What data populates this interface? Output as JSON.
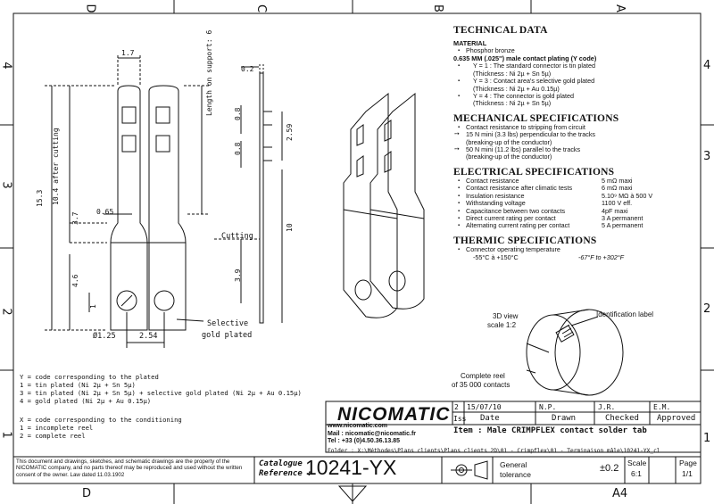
{
  "frame": {
    "top_letters": [
      "D",
      "C",
      "B",
      "A"
    ],
    "side_numbers": [
      "4",
      "3",
      "2",
      "1"
    ],
    "bottom_letter": "D",
    "format": "A4"
  },
  "technical": {
    "title": "TECHNICAL DATA",
    "material_heading": "MATERIAL",
    "material_items": [
      "Phosphor bronze"
    ],
    "plating_heading": "0.635 MM (.025'') male contact plating (Y code)",
    "plating_items": [
      {
        "main": "Y = 1 : The standard connector is tin plated",
        "sub": "(Thickness : Ni 2µ + Sn 5µ)"
      },
      {
        "main": "Y = 3 : Contact area's selective gold plated",
        "sub": "(Thickness : Ni 2µ + Au 0.15µ)"
      },
      {
        "main": "Y = 4 : The connector is gold plated",
        "sub": "(Thickness : Ni 2µ + Sn 5µ)"
      }
    ]
  },
  "mechanical": {
    "title": "MECHANICAL SPECIFICATIONS",
    "items": [
      {
        "type": "bullet",
        "text": "Contact resistance to stripping from circuit"
      },
      {
        "type": "arrow",
        "text": "15 N mini (3.3 lbs) perpendicular to the tracks"
      },
      {
        "type": "plain",
        "text": "(breaking-up of the conductor)"
      },
      {
        "type": "arrow",
        "text": "50 N mini (11.2 lbs) parallel to the tracks"
      },
      {
        "type": "plain",
        "text": "(breaking-up of the conductor)"
      }
    ]
  },
  "electrical": {
    "title": "ELECTRICAL SPECIFICATIONS",
    "rows": [
      {
        "k": "Contact resistance",
        "v": "5 mΩ maxi"
      },
      {
        "k": "Contact resistance after climatic tests",
        "v": "6 mΩ maxi"
      },
      {
        "k": "Insulation resistance",
        "v": "5.10⁹ MΩ à 500 V"
      },
      {
        "k": "Withstanding voltage",
        "v": "1100 V eff."
      },
      {
        "k": "Capacitance between two contacts",
        "v": "4pF maxi"
      },
      {
        "k": "Direct current rating per contact",
        "v": "3 A permanent"
      },
      {
        "k": "Alternating current rating per contact",
        "v": "5 A permanent"
      }
    ]
  },
  "thermic": {
    "title": "THERMIC SPECIFICATIONS",
    "item": "Connector operating temperature",
    "range_c": "-55°C à +150°C",
    "range_f": "-67°F to +302°F"
  },
  "drawing": {
    "dims": {
      "width_top": "1.7",
      "thickness": "0.2",
      "support_len": "Length on support: 6",
      "after_cutting": "10.4 after cutting",
      "total": "15.3",
      "d37": "3.7",
      "d065": "0.65",
      "d46": "4.6",
      "d1": "1",
      "hole": "Ø1.25",
      "pitch": "2.54",
      "d08a": "0.8",
      "d08b": "0.8",
      "d259": "2.59",
      "d10": "10",
      "d39": "3.9"
    },
    "cutting": "Cutting",
    "selective": "Selective",
    "gold_plated": "gold plated",
    "view3d": "3D view",
    "scale": "scale 1:2",
    "identification": "Identification label",
    "complete_reel": "Complete reel",
    "reel_count": "of 35 000 contacts"
  },
  "codes": {
    "plated_lines": [
      "Y = code corresponding to the plated",
      "1 = tin plated (Ni 2µ + Sn 5µ)",
      "3 = tin plated (Ni 2µ + Sn 5µ) + selective gold plated (Ni 2µ + Au 0.15µ)",
      "4 = gold plated (Ni 2µ + Au 0.15µ)"
    ],
    "cond_lines": [
      "X = code corresponding to the conditioning",
      "1 = incomplete reel",
      "2 = complete reel"
    ]
  },
  "titleblock": {
    "logo": "NICOMATIC",
    "website": "www.nicomatic.com",
    "mail": "Mail : nicomatic@nicomatic.fr",
    "tel": "Tel : +33 (0)4.50.36.13.85",
    "rev": "2",
    "date": "15/07/10",
    "drawn": "N.P.",
    "checked": "J.R.",
    "approved": "E.M.",
    "h_iss": "Iss",
    "h_date": "Date",
    "h_drawn": "Drawn",
    "h_checked": "Checked",
    "h_approved": "Approved",
    "item": "Item : Male CRIMPFLEX contact solder tab",
    "folder": "Folder : X:\\Méthodes\\Plans clients\\Plans clients 2D\\01 - Crimpflex\\01 - Terminaison mâle\\10241-YX_cl",
    "legal": "This document and drawings, sketches, and schematic drawings are the property of the NICOMATIC company, and no parts thereof may be reproduced and used without the written consent of the owner. Law dated 11.03.1902",
    "catalogue_label": "Catalogue",
    "reference_label": "Reference :",
    "reference": "10241-YX",
    "general_tol_l1": "General",
    "general_tol_l2": "tolerance",
    "tolerance": "±0.2",
    "scale_label": "Scale",
    "scale": "6:1",
    "page_label": "Page",
    "page": "1/1"
  }
}
